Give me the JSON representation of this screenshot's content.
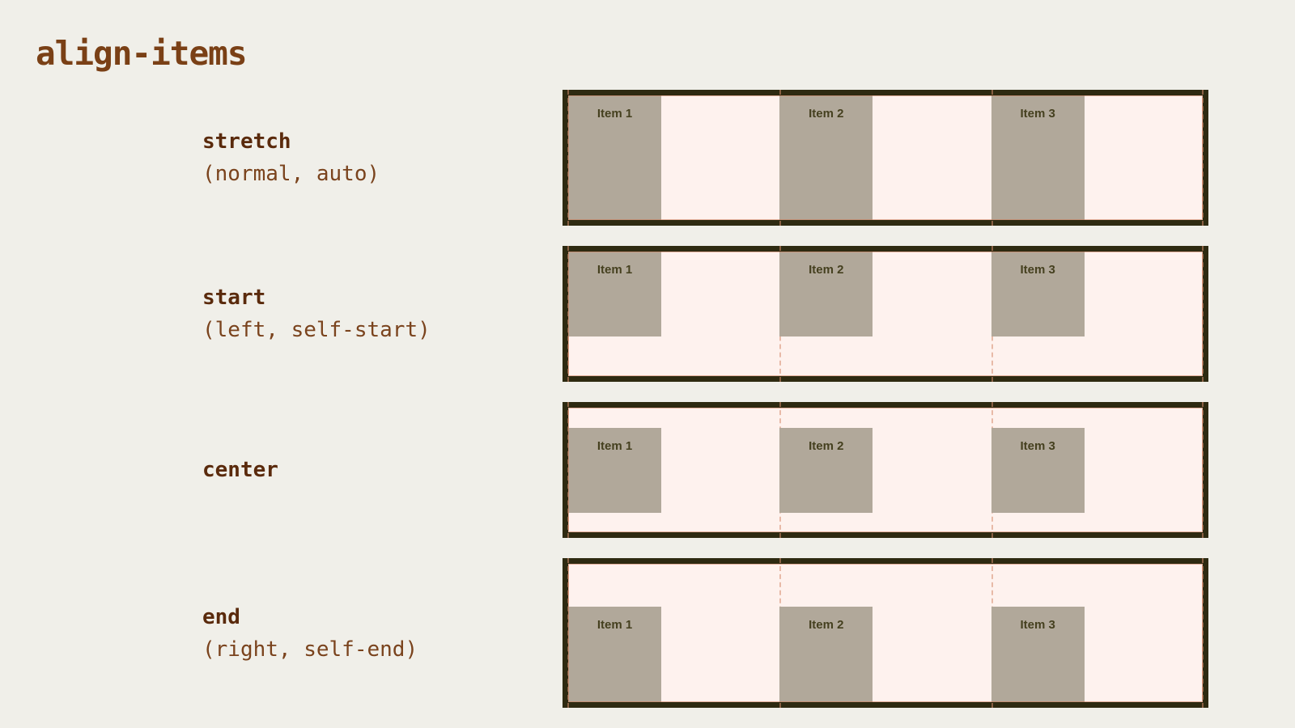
{
  "title": "align-items",
  "rows": [
    {
      "label": "stretch",
      "sublabel": "(normal, auto)",
      "align": "stretch",
      "items": [
        "Item 1",
        "Item 2",
        "Item 3"
      ]
    },
    {
      "label": "start",
      "sublabel": "(left, self-start)",
      "align": "start",
      "items": [
        "Item 1",
        "Item 2",
        "Item 3"
      ]
    },
    {
      "label": "center",
      "sublabel": "",
      "align": "center",
      "items": [
        "Item 1",
        "Item 2",
        "Item 3"
      ]
    },
    {
      "label": "end",
      "sublabel": "(right, self-end)",
      "align": "end",
      "items": [
        "Item 1",
        "Item 2",
        "Item 3"
      ]
    }
  ],
  "colors": {
    "page_bg": "#f0efe9",
    "text_brown": "#7a4016",
    "label_bold": "#5a2a0c",
    "label_regular": "#7a431d",
    "container_border": "#2e2a11",
    "container_bg": "#fef2ee",
    "item_bg": "#b1a89a",
    "item_text": "#45401f",
    "guide": "#d68c6e"
  }
}
